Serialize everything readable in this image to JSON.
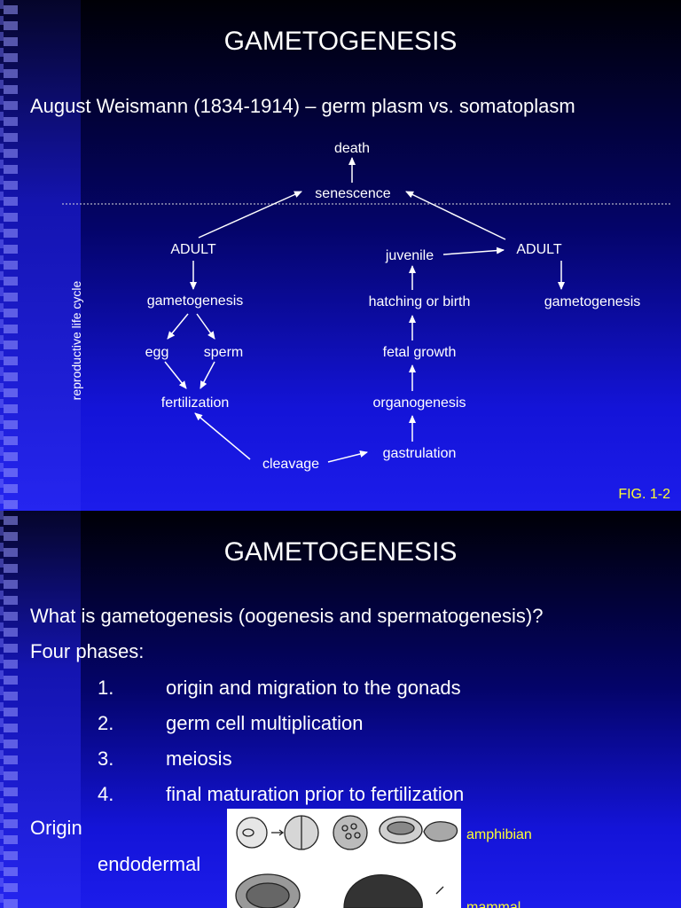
{
  "slide1": {
    "title": "GAMETOGENESIS",
    "subtitle": "August Weismann (1834-1914) – germ plasm vs. somatoplasm",
    "side_label": "reproductive life cycle",
    "fig_label": "FIG. 1-2",
    "nodes": {
      "death": "death",
      "senescence": "senescence",
      "adult_left": "ADULT",
      "adult_right": "ADULT",
      "juvenile": "juvenile",
      "gametogenesis_left": "gametogenesis",
      "gametogenesis_right": "gametogenesis",
      "hatching": "hatching or birth",
      "egg": "egg",
      "sperm": "sperm",
      "fetal_growth": "fetal growth",
      "fertilization": "fertilization",
      "organogenesis": "organogenesis",
      "cleavage": "cleavage",
      "gastrulation": "gastrulation"
    }
  },
  "slide2": {
    "title": "GAMETOGENESIS",
    "question": "What is gametogenesis (oogenesis and spermatogenesis)?",
    "four_phases": "Four phases:",
    "phases": [
      {
        "num": "1.",
        "text": "origin and migration to the gonads"
      },
      {
        "num": "2.",
        "text": "germ cell multiplication"
      },
      {
        "num": "3.",
        "text": "meiosis"
      },
      {
        "num": "4.",
        "text": "final maturation prior to fertilization"
      }
    ],
    "origin": "Origin",
    "endodermal": "endodermal",
    "amphibian": "amphibian",
    "mammal": "mammal"
  }
}
